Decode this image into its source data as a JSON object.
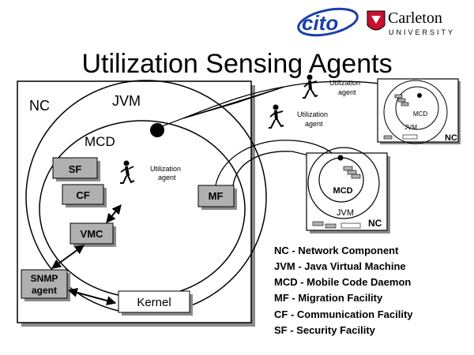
{
  "title": "Utilization Sensing Agents",
  "logos": {
    "cito": "cito",
    "carleton_name": "Carleton",
    "carleton_university": "UNIVERSITY"
  },
  "main_node": {
    "nc": "NC",
    "jvm": "JVM",
    "mcd": "MCD",
    "sf": "SF",
    "cf": "CF",
    "vmc": "VMC",
    "mf": "MF",
    "snmp_line1": "SNMP",
    "snmp_line2": "agent",
    "kernel": "Kernel",
    "agent_line1": "Utilization",
    "agent_line2": "agent"
  },
  "migrating_agents": {
    "top_line1": "Utilization",
    "top_line2": "agent",
    "mid_line1": "Utilization",
    "mid_line2": "agent"
  },
  "remote_node_small": {
    "mcd": "MCD",
    "jvm": "JVM",
    "nc": "NC"
  },
  "remote_node_large": {
    "mcd": "MCD",
    "jvm": "JVM",
    "nc": "NC"
  },
  "legend": [
    "NC - Network Component",
    "JVM - Java Virtual Machine",
    "MCD - Mobile Code Daemon",
    "MF - Migration Facility",
    "CF - Communication Facility",
    "SF - Security Facility"
  ],
  "colors": {
    "node_fill": "#ffffff",
    "box_fill": "#b0b0b0",
    "shadow": "#8a8a8a",
    "cito_blue": "#1a3fa8",
    "carleton_red": "#c8102e"
  }
}
